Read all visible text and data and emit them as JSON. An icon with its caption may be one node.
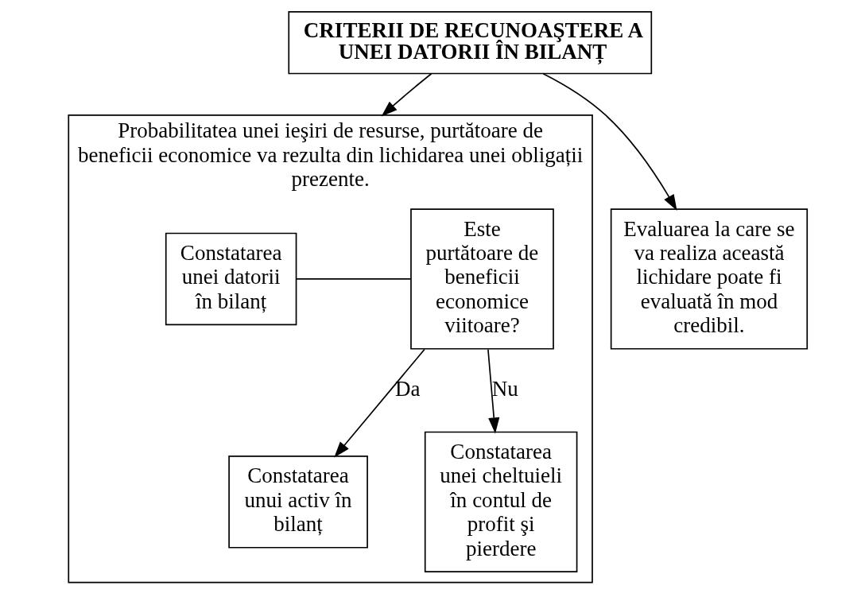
{
  "diagram": {
    "nodes": [
      {
        "text": [
          "CRITERII DE RECUNOAŞTERE A UNEI DATORII ÎN BILANȚ"
        ]
      },
      {
        "text": [
          "Probabilitatea unei ieşiri de resurse, purtătoare de beneficii economice va rezulta din lichidarea unei obligații prezente."
        ]
      },
      {
        "text": [
          "Constatarea unei datorii în bilanț"
        ],
        "in": 1
      },
      {
        "text": [
          "Este purtătoare de beneficii economice viitoare?"
        ],
        "in": 1
      },
      {
        "text": [
          "Constatarea unui activ în bilanț"
        ],
        "in": 1
      },
      {
        "text": [
          "Constatarea unei cheltuieli în contul de profit şi pierdere"
        ],
        "in": 1
      },
      {
        "text": [
          "Evaluarea la care se va realiza această lichidare poate fi evaluată în mod credibil."
        ]
      }
    ],
    "edges": [
      {
        "from": 0,
        "to": 1,
        "arrow": "to"
      },
      {
        "from": 0,
        "to": 6,
        "arrow": "to"
      },
      {
        "from": 2,
        "to": 3,
        "arrow": "none"
      },
      {
        "from": 3,
        "to": 4,
        "arrow": "to",
        "label": "Da"
      },
      {
        "from": 3,
        "to": 5,
        "arrow": "to",
        "label": "Nu"
      }
    ]
  }
}
